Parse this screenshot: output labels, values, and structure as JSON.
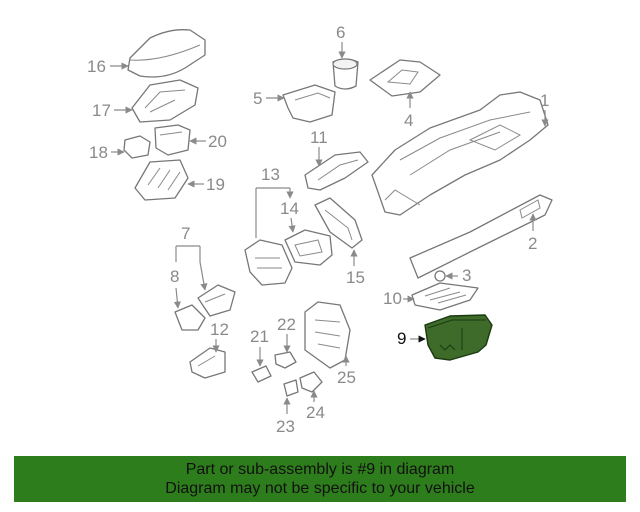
{
  "callouts": [
    "1",
    "2",
    "3",
    "4",
    "5",
    "6",
    "7",
    "8",
    "9",
    "10",
    "11",
    "12",
    "13",
    "14",
    "15",
    "16",
    "17",
    "18",
    "19",
    "20",
    "21",
    "22",
    "23",
    "24",
    "25"
  ],
  "highlighted_part": "9",
  "banner": {
    "line1": "Part or sub-assembly is #9 in diagram",
    "line2": "Diagram may not be specific to your vehicle",
    "color": "#2e7d1c"
  }
}
